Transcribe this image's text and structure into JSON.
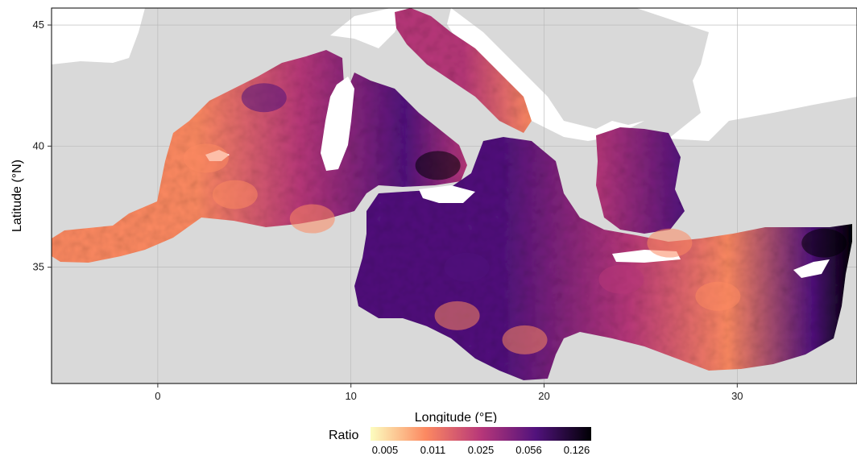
{
  "map": {
    "x_axis_title": "Longitude (°E)",
    "y_axis_title": "Latitude (°N)",
    "x_ticks": [
      {
        "value": 0,
        "label": "0"
      },
      {
        "value": 10,
        "label": "10"
      },
      {
        "value": 20,
        "label": "20"
      },
      {
        "value": 30,
        "label": "30"
      }
    ],
    "y_ticks": [
      {
        "value": 35,
        "label": "35"
      },
      {
        "value": 40,
        "label": "40"
      },
      {
        "value": 45,
        "label": "45"
      }
    ],
    "lon_range": [
      -5.5,
      36.2
    ],
    "lat_range": [
      30.2,
      45.7
    ],
    "colors": {
      "land": "#ffffff",
      "ocean_mask": "#d9d9d9",
      "grid": "#b5b5b5"
    }
  },
  "legend": {
    "title": "Ratio",
    "scale": "log",
    "labels": [
      "0.005",
      "0.011",
      "0.025",
      "0.056",
      "0.126"
    ],
    "colors": [
      "#fcfdbf",
      "#fc8961",
      "#b73779",
      "#51127c",
      "#000004"
    ]
  }
}
